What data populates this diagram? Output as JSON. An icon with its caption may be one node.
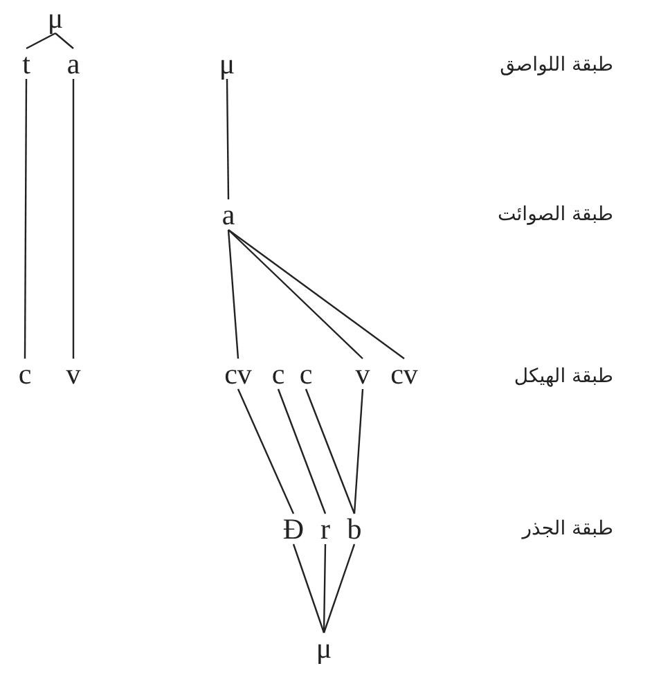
{
  "diagram": {
    "nodes": [
      {
        "text": [
          "μ"
        ]
      },
      {
        "text": [
          "t"
        ]
      },
      {
        "text": [
          "a"
        ]
      },
      {
        "text": [
          "μ"
        ]
      },
      {
        "text": [
          "a"
        ]
      },
      {
        "text": [
          "c"
        ]
      },
      {
        "text": [
          "v"
        ]
      },
      {
        "text": [
          "cv"
        ]
      },
      {
        "text": [
          "c"
        ]
      },
      {
        "text": [
          "c"
        ]
      },
      {
        "text": [
          "v"
        ]
      },
      {
        "text": [
          "cv"
        ]
      },
      {
        "text": [
          "Đ"
        ]
      },
      {
        "text": [
          "r"
        ]
      },
      {
        "text": [
          "b"
        ]
      },
      {
        "text": [
          "μ"
        ]
      }
    ],
    "edges": [
      {
        "from": 0,
        "to": 1,
        "arrow": "none"
      },
      {
        "from": 0,
        "to": 2,
        "arrow": "none"
      },
      {
        "from": 1,
        "to": 5,
        "arrow": "none"
      },
      {
        "from": 2,
        "to": 6,
        "arrow": "none"
      },
      {
        "from": 3,
        "to": 4,
        "arrow": "none"
      },
      {
        "from": 4,
        "to": 7,
        "arrow": "none"
      },
      {
        "from": 4,
        "to": 10,
        "arrow": "none"
      },
      {
        "from": 4,
        "to": 11,
        "arrow": "none"
      },
      {
        "from": 7,
        "to": 12,
        "arrow": "none"
      },
      {
        "from": 8,
        "to": 13,
        "arrow": "none"
      },
      {
        "from": 9,
        "to": 14,
        "arrow": "none"
      },
      {
        "from": 10,
        "to": 14,
        "arrow": "none"
      },
      {
        "from": 12,
        "to": 15,
        "arrow": "none"
      },
      {
        "from": 13,
        "to": 15,
        "arrow": "none"
      },
      {
        "from": 14,
        "to": 15,
        "arrow": "none"
      }
    ],
    "labels": [
      "طبقة اللواصق",
      "طبقة الصوائت",
      "طبقة الهيكل",
      "طبقة الجذر"
    ]
  }
}
